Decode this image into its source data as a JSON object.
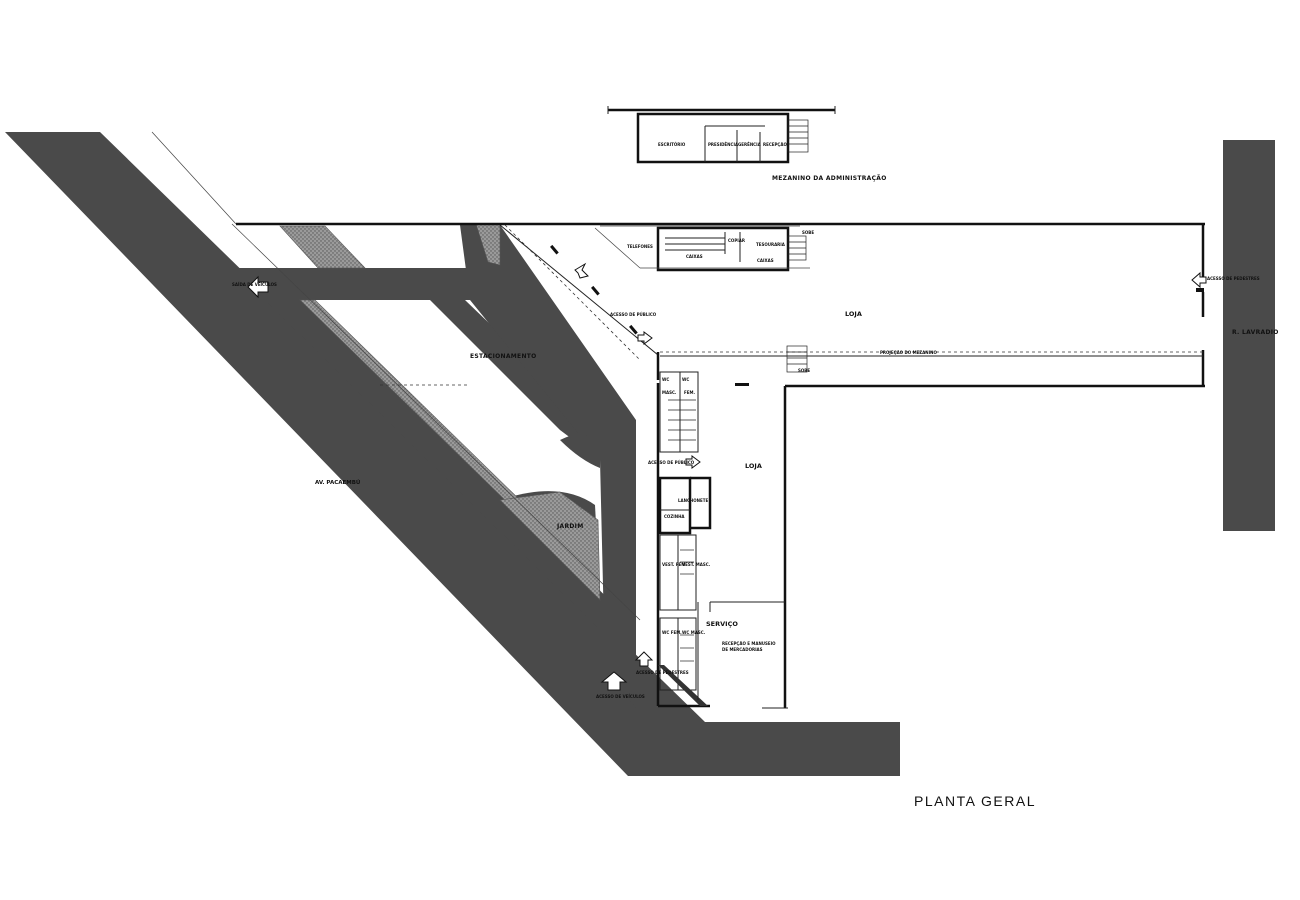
{
  "title": "PLANTA GERAL",
  "labels": {
    "mezanino": "MEZANINO  DA  ADMINISTRAÇÃO",
    "escritorio": "ESCRITÓRIO",
    "presidencia": "PRESIDÊNCIA",
    "gerencia": "GERÊNCIA",
    "recepcao": "RECEPÇÃO",
    "sobe_top": "SOBE",
    "telefones": "TELEFONES",
    "copiar": "COPIAR",
    "tesouraria": "TESOURARIA",
    "caixas": "CAIXAS",
    "caixas2": "CAIXAS",
    "loja_upper": "LOJA",
    "loja_lower": "LOJA",
    "acesso_publico_1": "ACESSO  DE  PÚBLICO",
    "acesso_publico_2": "ACESSO  DE  PÚBLICO",
    "projecao_mezanino": "PROJEÇÃO  DO  MEZANINO",
    "sobe_mid": "SOBE",
    "estacionamento": "ESTACIONAMENTO",
    "av_pacaembu": "AV.  PACAEMBÚ",
    "jardim": "JARDIM",
    "saida_veiculos": "SAÍDA DE VEÍCULOS",
    "acesso_veiculos": "ACESSO DE VEÍCULOS",
    "acesso_pedestres_bottom": "ACESSO DE PEDESTRES",
    "acesso_pedestres_right": "ACESSO DE PEDESTRES",
    "r_lavradio": "R. LAVRADIO",
    "wc_1": "WC",
    "wc_2": "WC",
    "masc": "MASC.",
    "fem": "FEM.",
    "lanchonete": "LANCHONETE",
    "cozinha": "COZINHA",
    "vest_fem": "VEST. FEM.",
    "vest_masc": "VEST. MASC.",
    "wc_fem": "WC FEM.",
    "wc_masc": "WC MASC.",
    "servico": "SERVIÇO",
    "recepcao_mercadorias_1": "RECEPÇÃO  E  MANUSEIO",
    "recepcao_mercadorias_2": "DE  MERCADORIAS"
  }
}
